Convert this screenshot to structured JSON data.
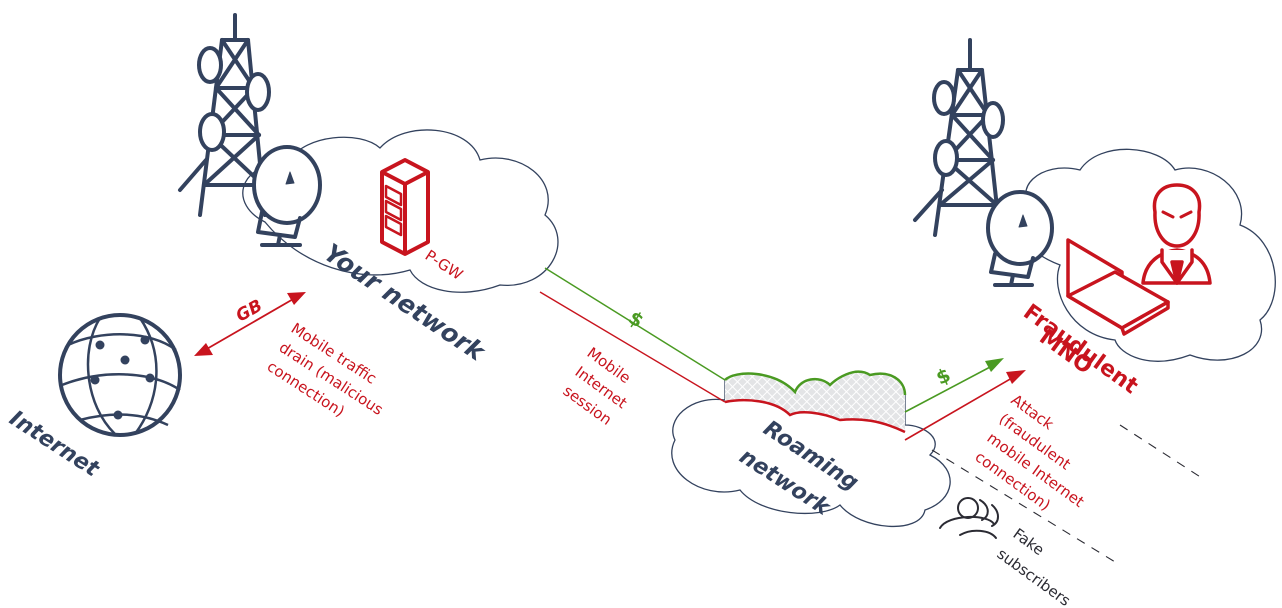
{
  "colors": {
    "navy": "#33425e",
    "red": "#c8141e",
    "green": "#4a9a22",
    "ink": "#2b2b33"
  },
  "labels": {
    "your_network": "Your network",
    "pgw": "P-GW",
    "gb": "GB",
    "traffic_drain": [
      "Mobile traffic",
      "drain (malicious",
      "connection)"
    ],
    "internet": "Internet",
    "mobile_session": [
      "Mobile",
      "Internet",
      "session"
    ],
    "roaming_network": [
      "Roaming",
      "network"
    ],
    "dollar": "$",
    "fraudulent_mno": [
      "Fraudulent",
      "MNO"
    ],
    "attack": [
      "Attack",
      "(fraudulent",
      "mobile Internet",
      "connection)"
    ],
    "fake_subscribers": [
      "Fake",
      "subscribers"
    ]
  },
  "icons": [
    "radio-tower-icon",
    "satellite-dish-icon",
    "server-icon",
    "globe-icon",
    "hacker-icon",
    "laptop-icon",
    "users-icon"
  ]
}
